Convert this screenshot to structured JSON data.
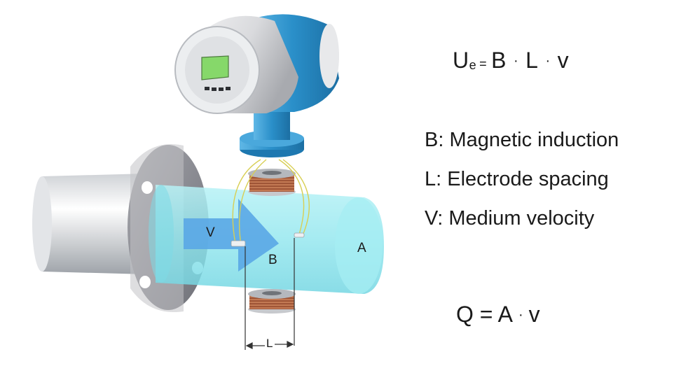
{
  "diagram": {
    "labels": {
      "velocity": "V",
      "field": "B",
      "area": "A",
      "spacing": "L"
    }
  },
  "formulas": {
    "induced_voltage": {
      "lhs": "U",
      "lhs_sub": "e",
      "eq": "=",
      "terms": [
        "B",
        "L",
        "v"
      ],
      "op": "·"
    },
    "flow_rate": {
      "lhs": "Q",
      "eq": "=",
      "terms": [
        "A",
        "v"
      ],
      "op": "·"
    }
  },
  "legend": {
    "b": "B: Magnetic induction",
    "l": "L: Electrode spacing",
    "v": "V: Medium velocity"
  },
  "colors": {
    "pipe_water": "#8fe6ee",
    "arrow": "#5aa7e6",
    "transmitter_blue": "#2a8fc9",
    "coil_copper": "#b5684a",
    "flange": "#8a8a90",
    "display_green": "#86d86a"
  }
}
